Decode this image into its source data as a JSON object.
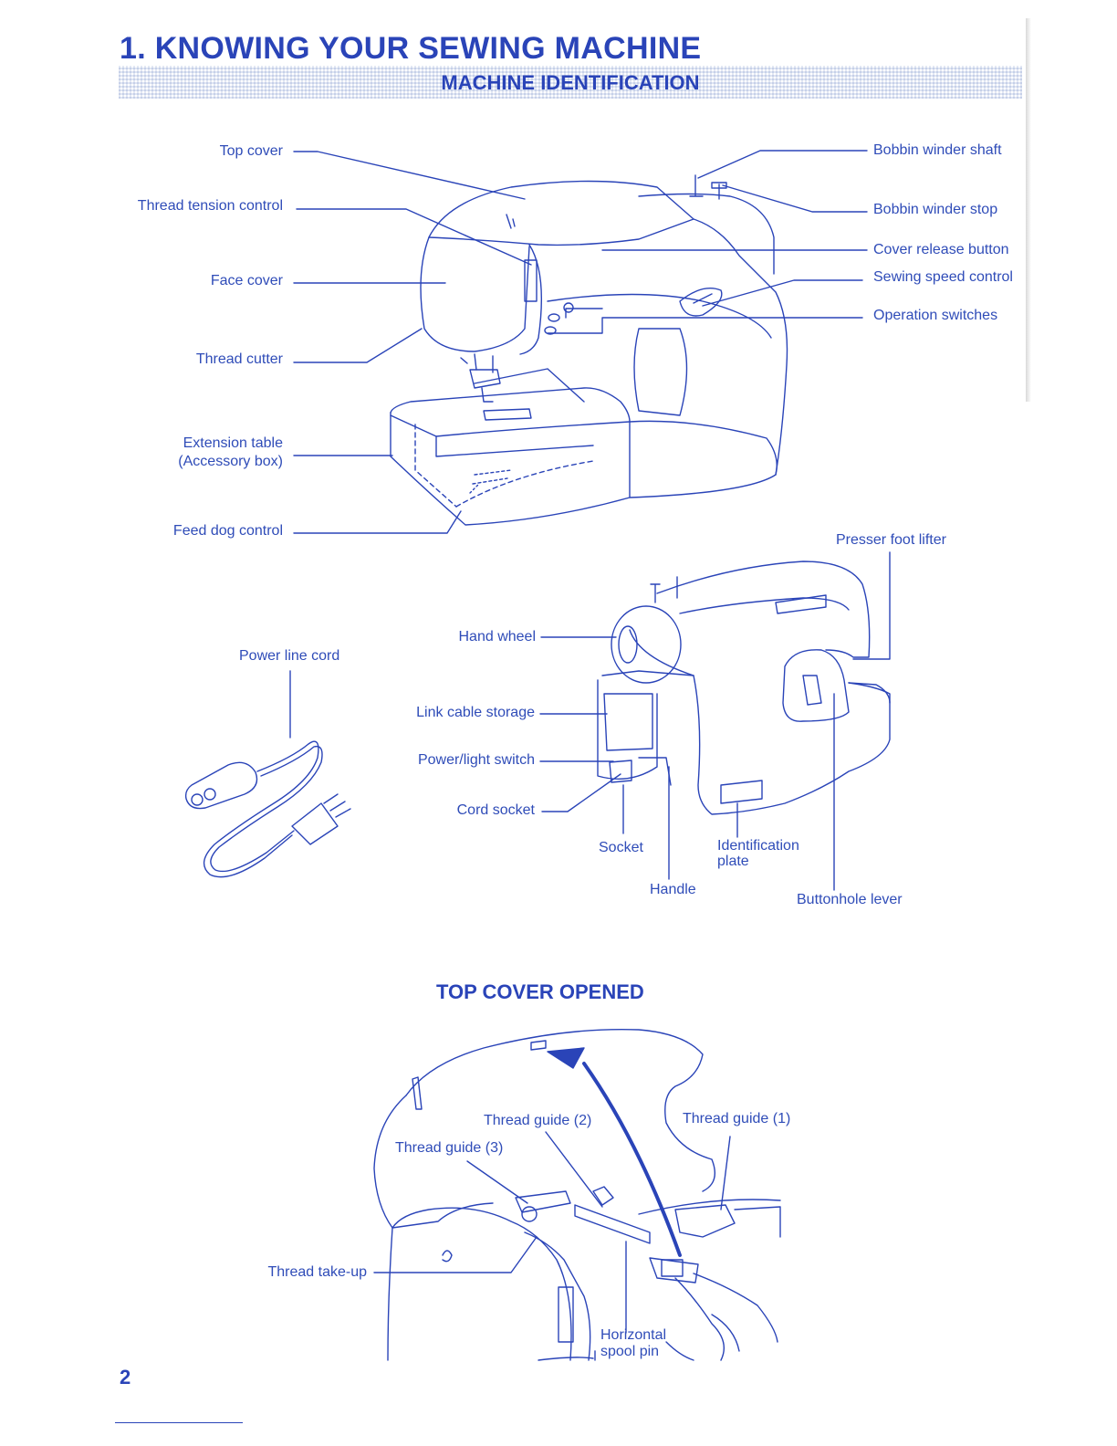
{
  "header": {
    "title": "1. KNOWING YOUR SEWING MACHINE",
    "section": "MACHINE IDENTIFICATION"
  },
  "front_view_labels": {
    "top_cover": "Top cover",
    "thread_tension_control": "Thread tension control",
    "face_cover": "Face cover",
    "thread_cutter": "Thread cutter",
    "extension_table": "Extension table",
    "accessory_box": "(Accessory box)",
    "feed_dog_control": "Feed dog control",
    "bobbin_winder_shaft": "Bobbin winder shaft",
    "bobbin_winder_stop": "Bobbin winder stop",
    "cover_release_button": "Cover release button",
    "sewing_speed_control": "Sewing speed control",
    "operation_switches": "Operation switches"
  },
  "rear_view_labels": {
    "power_line_cord": "Power line cord",
    "presser_foot_lifter": "Presser foot lifter",
    "hand_wheel": "Hand wheel",
    "link_cable_storage": "Link cable storage",
    "power_light_switch": "Power/light switch",
    "cord_socket": "Cord socket",
    "socket": "Socket",
    "identification_plate_1": "Identification",
    "identification_plate_2": "plate",
    "handle": "Handle",
    "buttonhole_lever": "Buttonhole lever"
  },
  "top_cover_section": {
    "title": "TOP COVER OPENED",
    "thread_guide_2": "Thread guide (2)",
    "thread_guide_1": "Thread guide (1)",
    "thread_guide_3": "Thread guide (3)",
    "thread_take_up": "Thread take-up",
    "horizontal_spool_pin_1": "Horizontal",
    "horizontal_spool_pin_2": "spool pin"
  },
  "footer": {
    "page_number": "2"
  },
  "colors": {
    "ink": "#2a44b8",
    "band": "#e3e8f4"
  }
}
